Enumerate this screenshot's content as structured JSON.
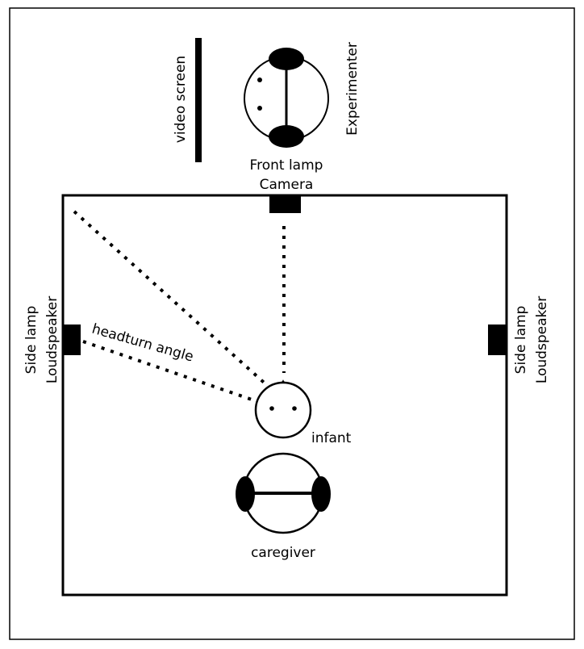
{
  "labels": {
    "video_screen": "video screen",
    "experimenter": "Experimenter",
    "front_lamp": "Front lamp",
    "camera": "Camera",
    "side_lamp_left": "Side lamp",
    "loudspeaker_left": "Loudspeaker",
    "side_lamp_right": "Side lamp",
    "loudspeaker_right": "Loudspeaker",
    "headturn_angle": "headturn angle",
    "infant": "infant",
    "caregiver": "caregiver"
  }
}
